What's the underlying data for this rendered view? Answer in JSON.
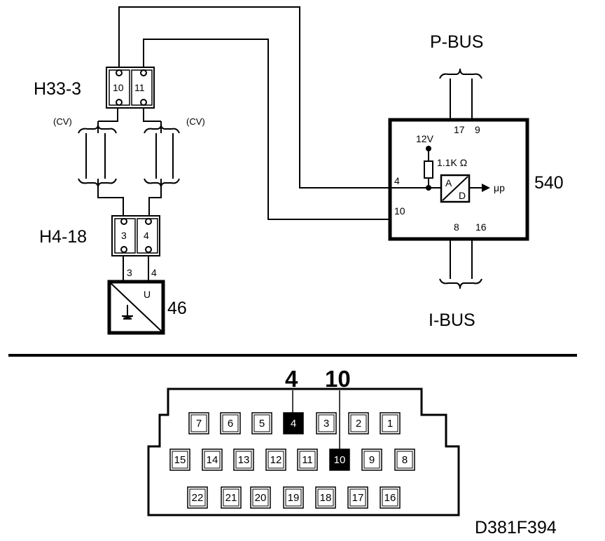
{
  "connectors": {
    "h33": {
      "name": "H33-3",
      "pins": [
        "10",
        "11"
      ]
    },
    "h4": {
      "name": "H4-18",
      "pins": [
        "3",
        "4"
      ]
    }
  },
  "cv_label": "(CV)",
  "sensor": {
    "number": "46",
    "pin_a": "3",
    "pin_b": "4",
    "symbol": "U"
  },
  "ecu": {
    "number": "540",
    "pbus_pins": [
      "17",
      "9"
    ],
    "ibus_pins": [
      "8",
      "16"
    ],
    "input_pin_a": "4",
    "input_pin_b": "10",
    "supply": "12V",
    "resistor": "1.1K Ω",
    "adc_a": "A",
    "adc_d": "D",
    "output": "μp"
  },
  "buses": {
    "top": "P-BUS",
    "bottom": "I-BUS"
  },
  "connector_face": {
    "callout_a": "4",
    "callout_b": "10",
    "row1": [
      "7",
      "6",
      "5",
      "4",
      "3",
      "2",
      "1"
    ],
    "row2": [
      "15",
      "14",
      "13",
      "12",
      "11",
      "10",
      "9",
      "8"
    ],
    "row3": [
      "22",
      "21",
      "20",
      "19",
      "18",
      "17",
      "16"
    ],
    "highlighted": [
      "4",
      "10"
    ]
  },
  "figure_code": "D381F394"
}
